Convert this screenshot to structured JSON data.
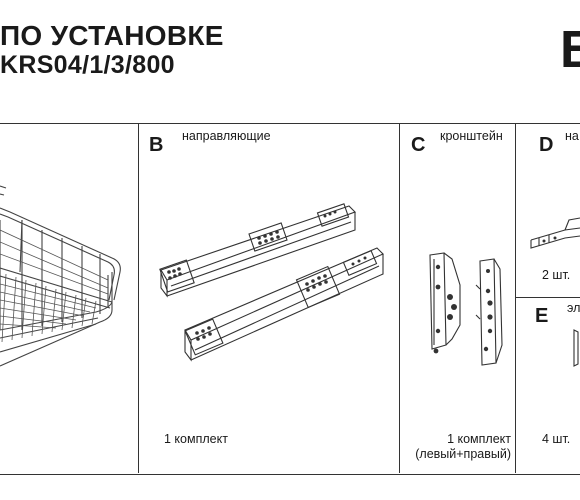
{
  "header": {
    "title_line1": "ПО УСТАНОВКЕ",
    "title_line2": "KRS04/1/3/800",
    "corner_letter": "B"
  },
  "sections": {
    "b": {
      "letter": "B",
      "label": "направляющие",
      "quantity": "1 комплект"
    },
    "c": {
      "letter": "C",
      "label": "кронштейн",
      "quantity_line1": "1 комплект",
      "quantity_line2": "(левый+правый)"
    },
    "d": {
      "letter": "D",
      "label": "на",
      "quantity": "2 шт."
    },
    "e": {
      "letter": "E",
      "label": "эл",
      "quantity": "4 шт."
    }
  }
}
